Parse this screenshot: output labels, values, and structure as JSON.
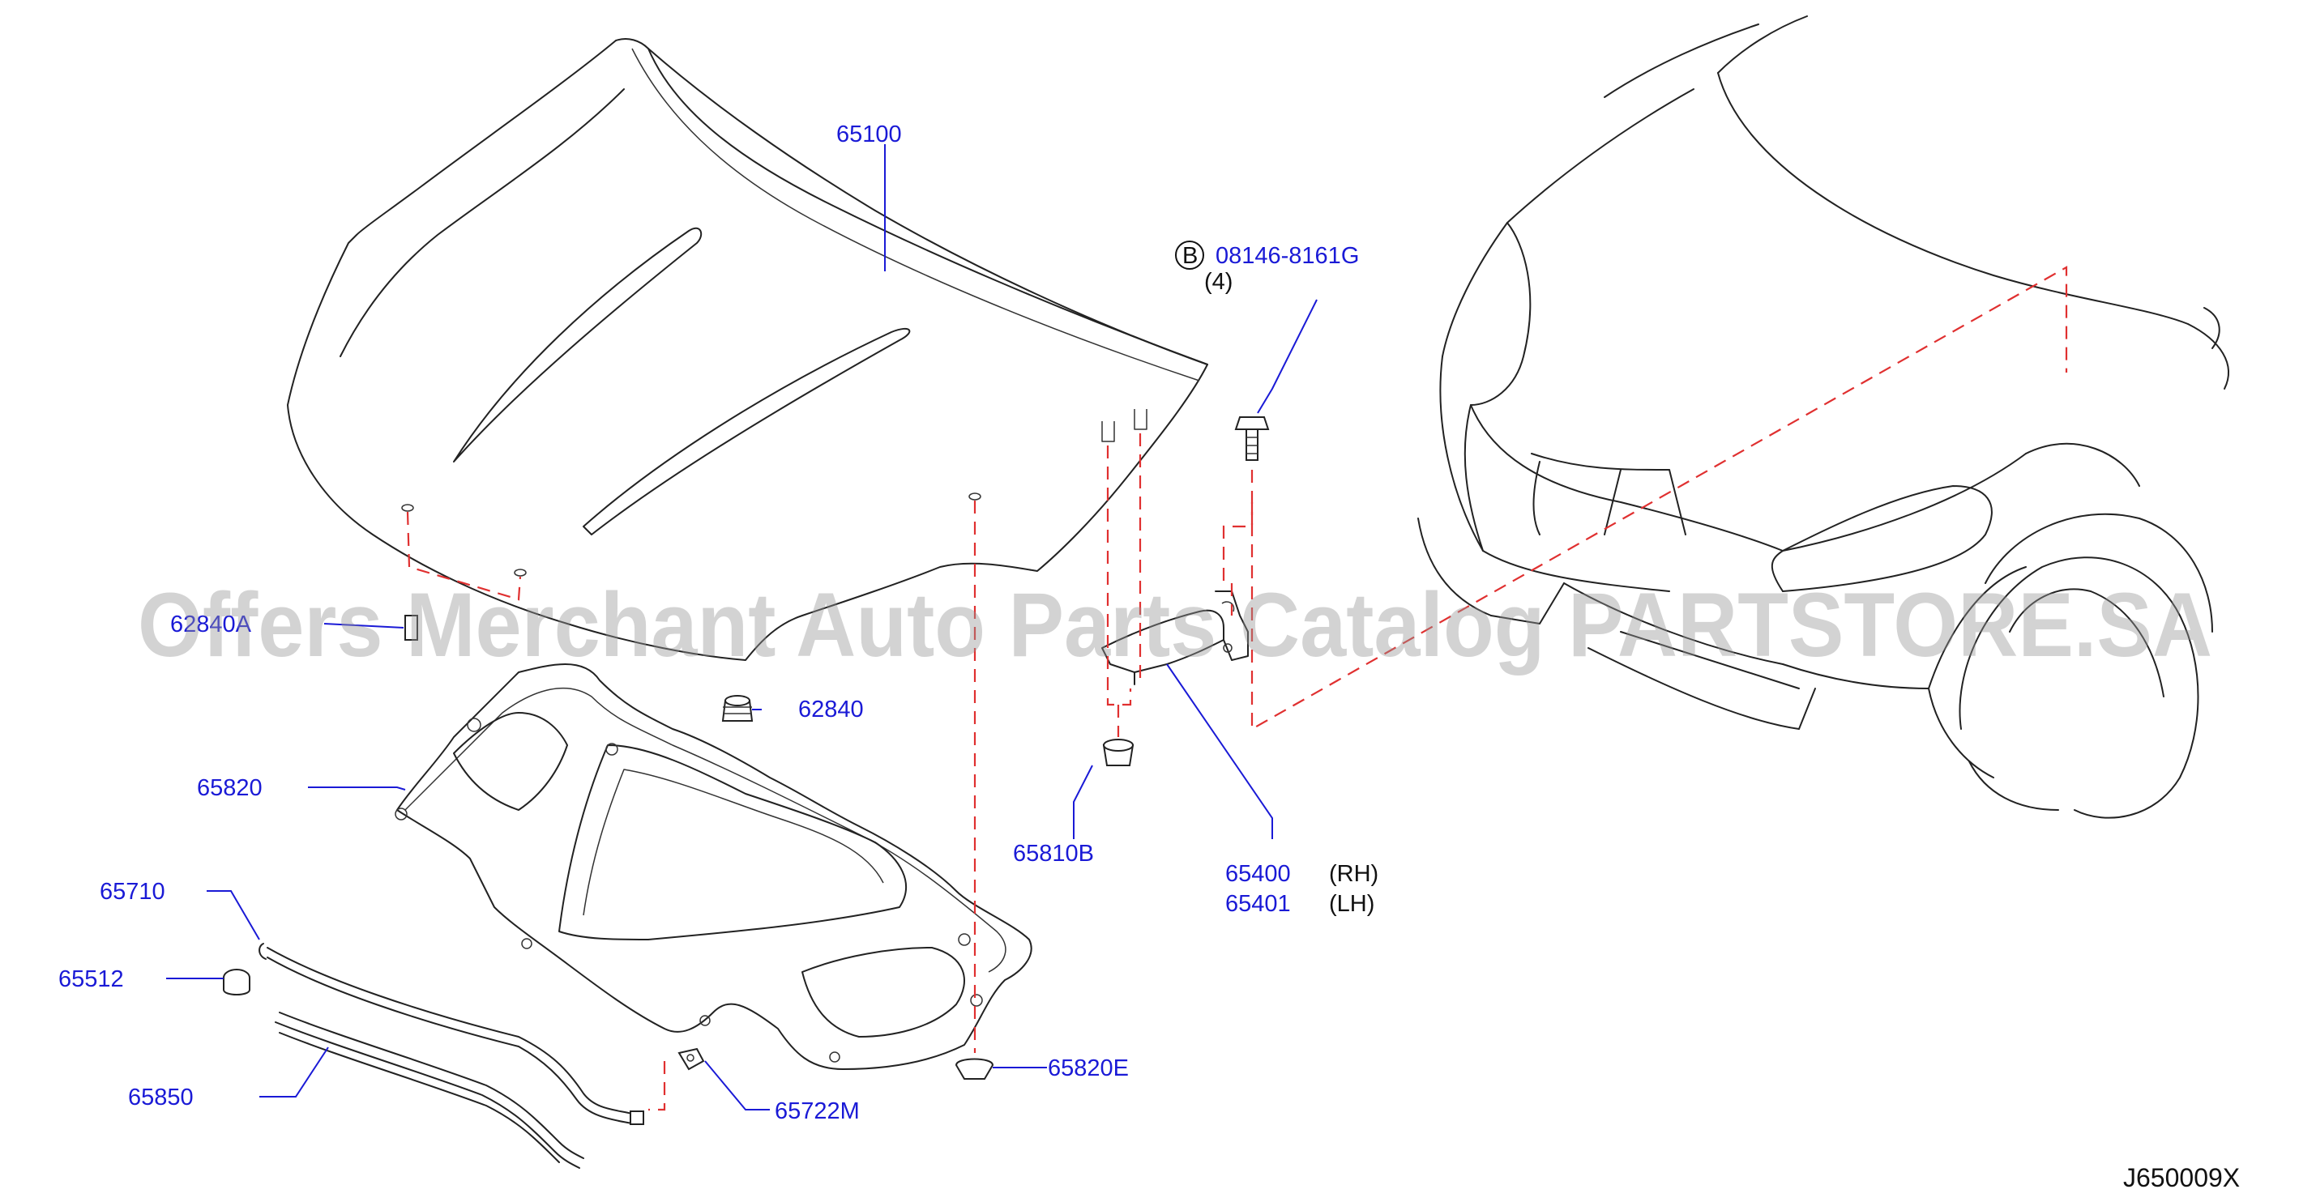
{
  "labels": {
    "hood": "65100",
    "bolt": "08146-8161G",
    "bolt_qty": "(4)",
    "bolt_marker": "B",
    "cover_left": "62840A",
    "bumper_rubber": "62840",
    "insulator": "65820",
    "rod": "65710",
    "grommet": "65512",
    "seal": "65850",
    "clip_hood": "65722M",
    "clip_insulator": "65820E",
    "hinge_clip": "65810B",
    "hinge_rh": "65400",
    "hinge_lh": "65401",
    "rh": "(RH)",
    "lh": "(LH)"
  },
  "diagram_code": "J650009X",
  "watermark": "Offers Merchant Auto Parts Catalog PARTSTORE.SA",
  "colors": {
    "label": "#1a1ad6",
    "line": "#222222",
    "dash": "#e03030",
    "watermark": "#969696"
  }
}
